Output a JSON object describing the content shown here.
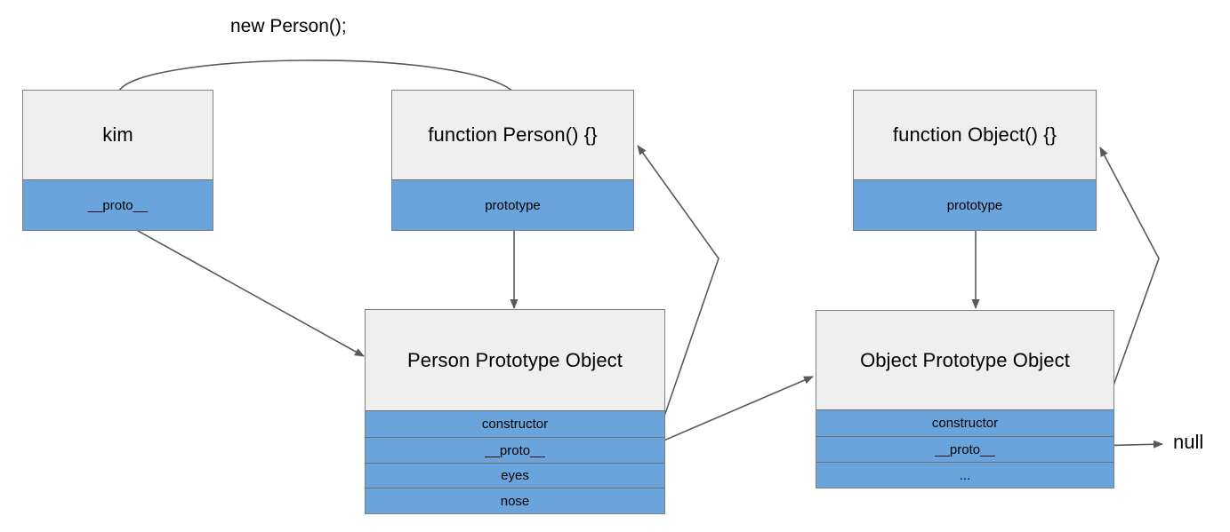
{
  "diagram": {
    "title_label": "new Person();",
    "null_label": "null",
    "colors": {
      "header_fill": "#efefef",
      "property_fill": "#6aa4dc",
      "border": "#808080",
      "connector": "#595959",
      "text": "#000000"
    },
    "boxes": [
      {
        "id": "kim",
        "title": "kim",
        "rows": [
          "__proto__"
        ]
      },
      {
        "id": "person-fn",
        "title": "function Person() {}",
        "rows": [
          "prototype"
        ]
      },
      {
        "id": "object-fn",
        "title": "function Object() {}",
        "rows": [
          "prototype"
        ]
      },
      {
        "id": "person-proto",
        "title": "Person Prototype Object",
        "rows": [
          "constructor",
          "__proto__",
          "eyes",
          "nose"
        ]
      },
      {
        "id": "object-proto",
        "title": "Object Prototype Object",
        "rows": [
          "constructor",
          "__proto__",
          "..."
        ]
      }
    ],
    "connections": [
      {
        "name": "new-person-curve",
        "from": "kim",
        "to": "person-fn",
        "label": "new Person();",
        "style": "curve"
      },
      {
        "name": "kim-proto-to-person-proto",
        "from": "kim.__proto__",
        "to": "person-proto",
        "style": "straight-arrow"
      },
      {
        "name": "person-prototype-to-person-proto",
        "from": "person-fn.prototype",
        "to": "person-proto",
        "style": "vertical-arrow"
      },
      {
        "name": "person-proto-constructor-to-person-fn",
        "from": "person-proto.constructor",
        "to": "person-fn",
        "style": "bent-arrow"
      },
      {
        "name": "person-proto-proto-to-object-proto",
        "from": "person-proto.__proto__",
        "to": "object-proto",
        "style": "straight-arrow"
      },
      {
        "name": "object-prototype-to-object-proto",
        "from": "object-fn.prototype",
        "to": "object-proto",
        "style": "vertical-arrow"
      },
      {
        "name": "object-proto-constructor-to-object-fn",
        "from": "object-proto.constructor",
        "to": "object-fn",
        "style": "bent-arrow"
      },
      {
        "name": "object-proto-proto-to-null",
        "from": "object-proto.__proto__",
        "to": "null",
        "style": "straight-arrow"
      }
    ]
  },
  "boxes": {
    "kim": {
      "title": "kim",
      "row0": "__proto__"
    },
    "person_fn": {
      "title": "function Person() {}",
      "row0": "prototype"
    },
    "object_fn": {
      "title": "function Object() {}",
      "row0": "prototype"
    },
    "person_proto": {
      "title": "Person Prototype Object",
      "row0": "constructor",
      "row1": "__proto__",
      "row2": "eyes",
      "row3": "nose"
    },
    "object_proto": {
      "title": "Object Prototype Object",
      "row0": "constructor",
      "row1": "__proto__",
      "row2": "..."
    }
  },
  "labels": {
    "new_person": "new Person();",
    "null_value": "null"
  }
}
